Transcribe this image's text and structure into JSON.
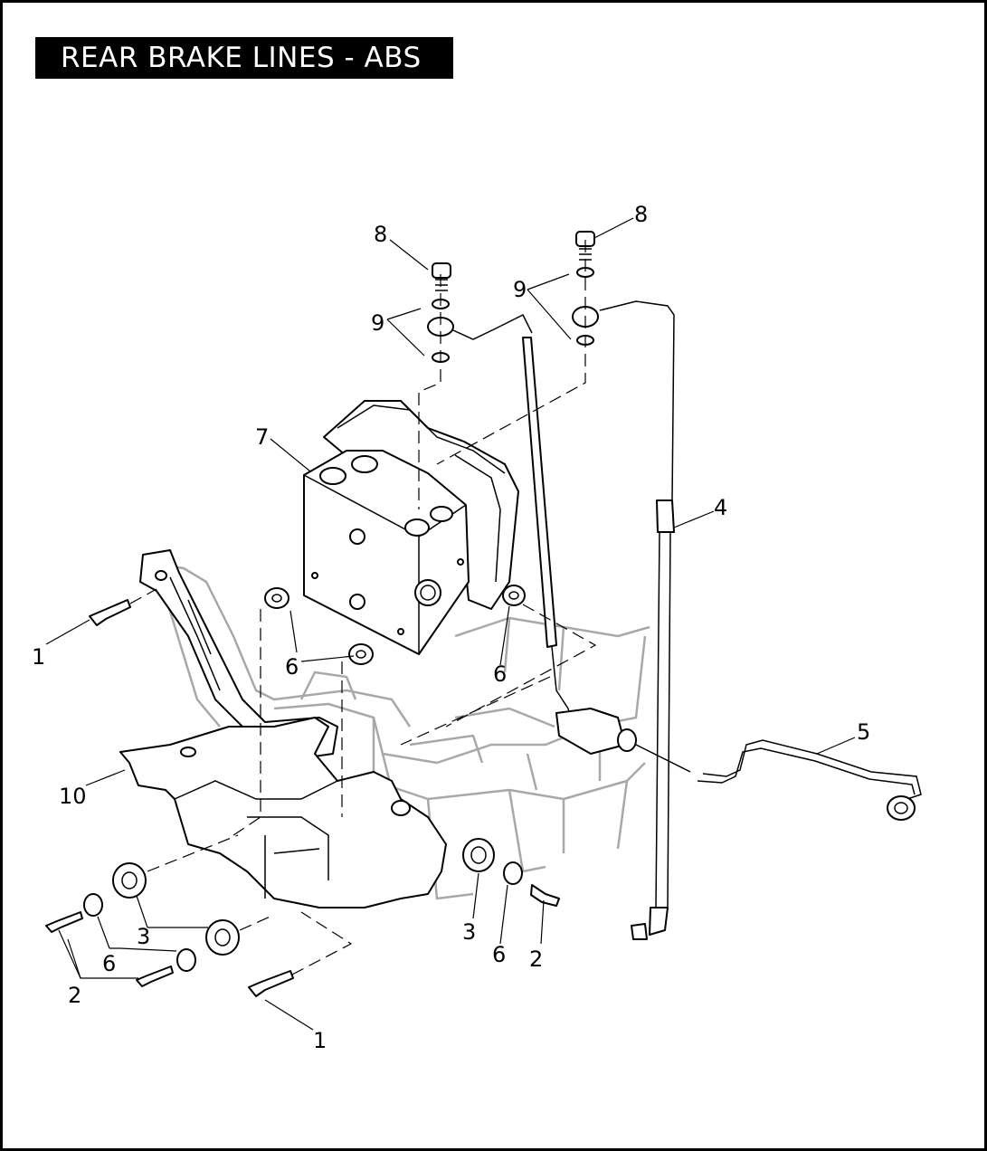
{
  "title": "REAR BRAKE LINES - ABS",
  "callouts": {
    "c1_left": "1",
    "c1_bottom": "1",
    "c2_left": "2",
    "c2_right": "2",
    "c3_left": "3",
    "c3_right": "3",
    "c4": "4",
    "c5": "5",
    "c6_upper_left": "6",
    "c6_upper_right": "6",
    "c6_lower_left": "6",
    "c6_lower_right": "6",
    "c7": "7",
    "c8_left": "8",
    "c8_right": "8",
    "c9_left": "9",
    "c9_right": "9",
    "c10": "10"
  }
}
